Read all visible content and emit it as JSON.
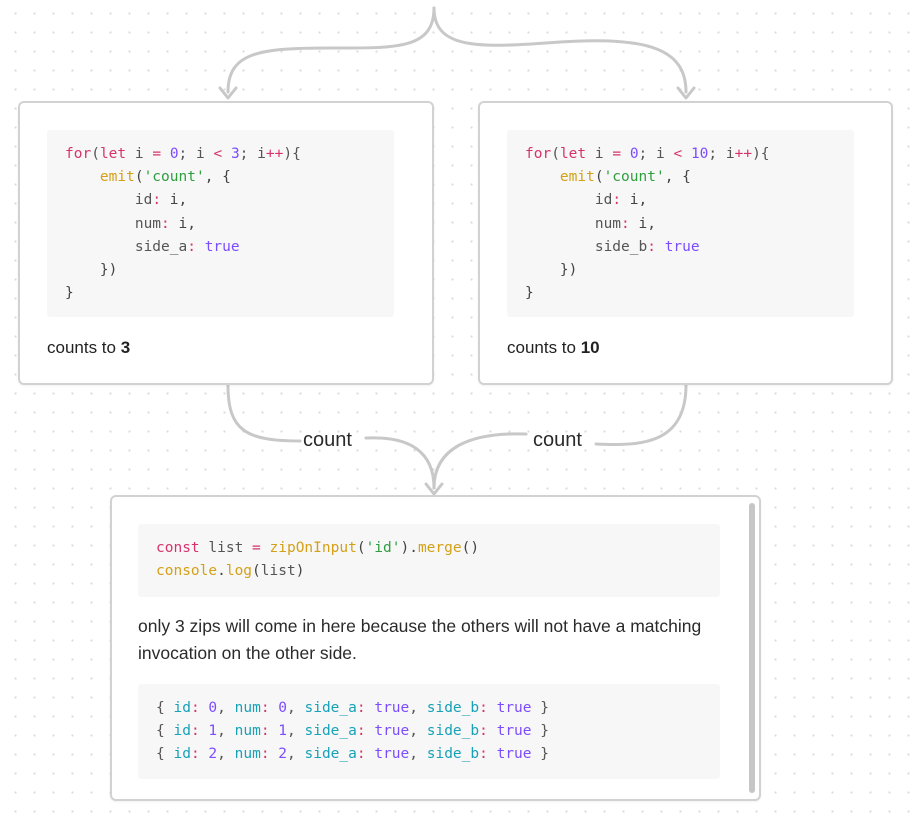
{
  "edges": {
    "left_label": "count",
    "right_label": "count"
  },
  "node_a": {
    "code": {
      "line1": {
        "kw": "for",
        "p1": "(",
        "kw2": "let",
        "p2": " i ",
        "op1": "=",
        "sp": " ",
        "n1": "0",
        "p3": "; i ",
        "op2": "<",
        "sp2": " ",
        "n2": "3",
        "p4": "; i",
        "op3": "++",
        "p5": "){"
      },
      "emit_fn": "emit",
      "emit_str": "'count'",
      "id_key": "id",
      "num_key": "num",
      "side_key": "side_a",
      "side_val": "true"
    },
    "caption_prefix": "counts to ",
    "caption_value": "3"
  },
  "node_b": {
    "code": {
      "line1": {
        "kw": "for",
        "p1": "(",
        "kw2": "let",
        "p2": " i ",
        "op1": "=",
        "sp": " ",
        "n1": "0",
        "p3": "; i ",
        "op2": "<",
        "sp2": " ",
        "n2": "10",
        "p4": "; i",
        "op3": "++",
        "p5": "){"
      },
      "emit_fn": "emit",
      "emit_str": "'count'",
      "id_key": "id",
      "num_key": "num",
      "side_key": "side_b",
      "side_val": "true"
    },
    "caption_prefix": "counts to ",
    "caption_value": "10"
  },
  "node_c": {
    "code": {
      "kw": "const",
      "var": "list",
      "op": "=",
      "fn1": "zipOnInput",
      "arg": "'id'",
      "fn2": "merge",
      "obj": "console",
      "fn3": "log",
      "arg2": "list"
    },
    "paragraph": "only 3 zips will come in here because the others will not have a matching invocation on the other side.",
    "output_rows": [
      {
        "id": "0",
        "num": "0",
        "side_a": "true",
        "side_b": "true"
      },
      {
        "id": "1",
        "num": "1",
        "side_a": "true",
        "side_b": "true"
      },
      {
        "id": "2",
        "num": "2",
        "side_a": "true",
        "side_b": "true"
      }
    ]
  }
}
